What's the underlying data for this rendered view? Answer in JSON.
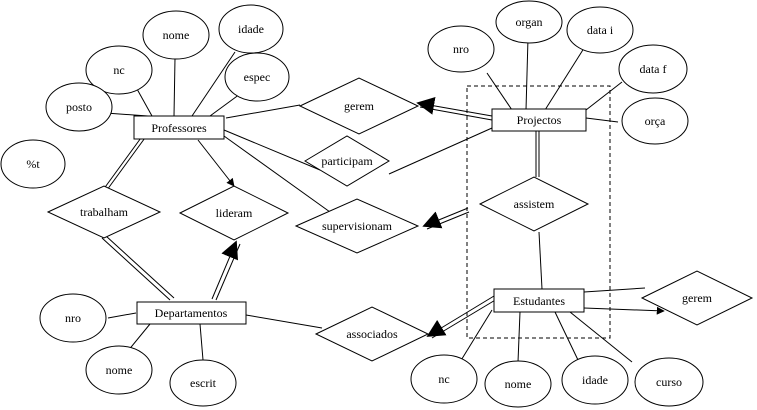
{
  "entities": {
    "professores": "Professores",
    "projectos": "Projectos",
    "departamentos": "Departamentos",
    "estudantes": "Estudantes"
  },
  "relationships": {
    "gerem_proj": "gerem",
    "participam": "participam",
    "supervisionam": "supervisionam",
    "trabalham": "trabalham",
    "lideram": "lideram",
    "assistem": "assistem",
    "associados": "associados",
    "gerem_est": "gerem"
  },
  "attributes": {
    "prof_nome": "nome",
    "prof_idade": "idade",
    "prof_nc": "nc",
    "prof_espec": "espec",
    "prof_posto": "posto",
    "pct_t": "%t",
    "proj_organ": "organ",
    "proj_datai": "data i",
    "proj_nro": "nro",
    "proj_dataf": "data f",
    "proj_orca": "orça",
    "dep_nro": "nro",
    "dep_nome": "nome",
    "dep_escrit": "escrit",
    "est_nc": "nc",
    "est_nome": "nome",
    "est_idade": "idade",
    "est_curso": "curso"
  }
}
